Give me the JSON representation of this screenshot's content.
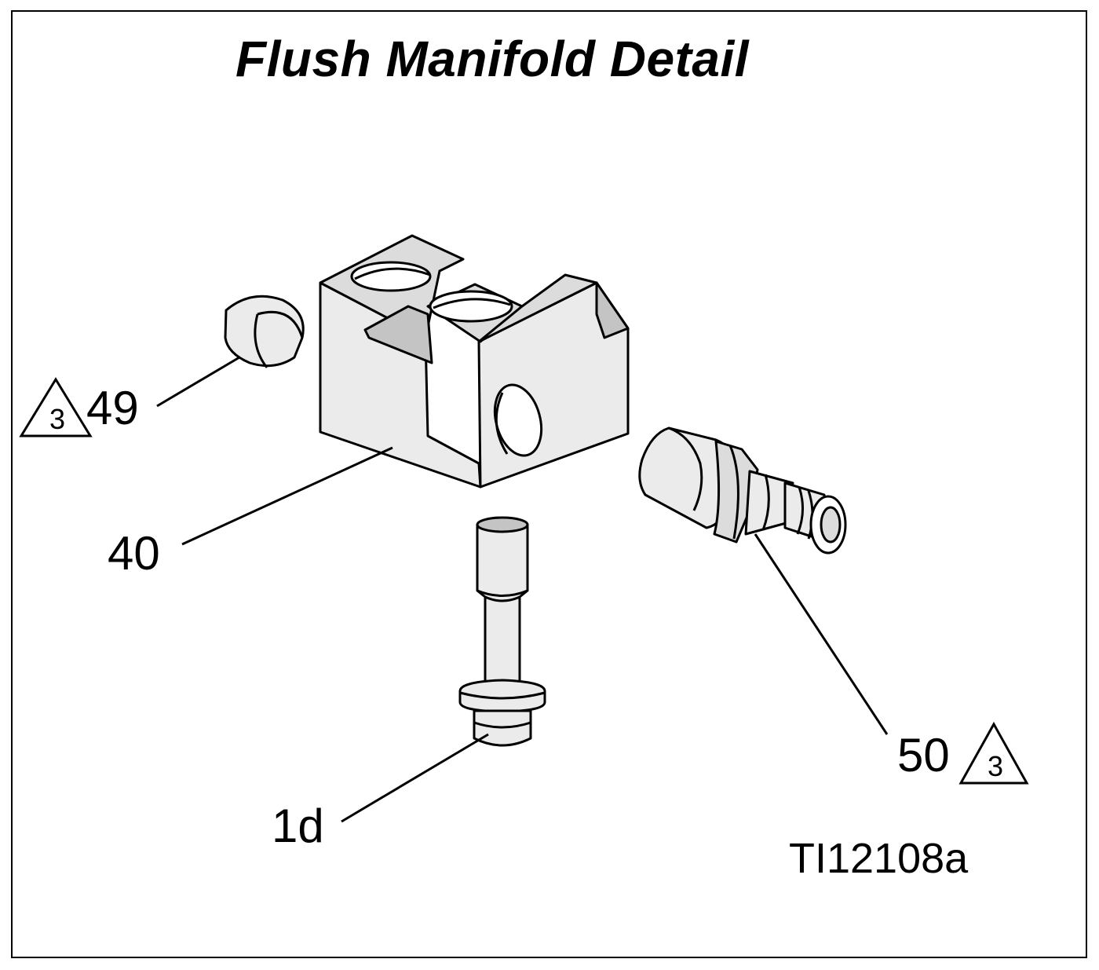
{
  "title": "Flush Manifold Detail",
  "callouts": {
    "item_49": "49",
    "item_40": "40",
    "item_1d": "1d",
    "item_50": "50"
  },
  "note_symbol": "3",
  "figure_ref": "TI12108a",
  "colors": {
    "part_fill": "#ebebeb",
    "shadow_fill": "#c4c4c4",
    "line": "#000000"
  }
}
